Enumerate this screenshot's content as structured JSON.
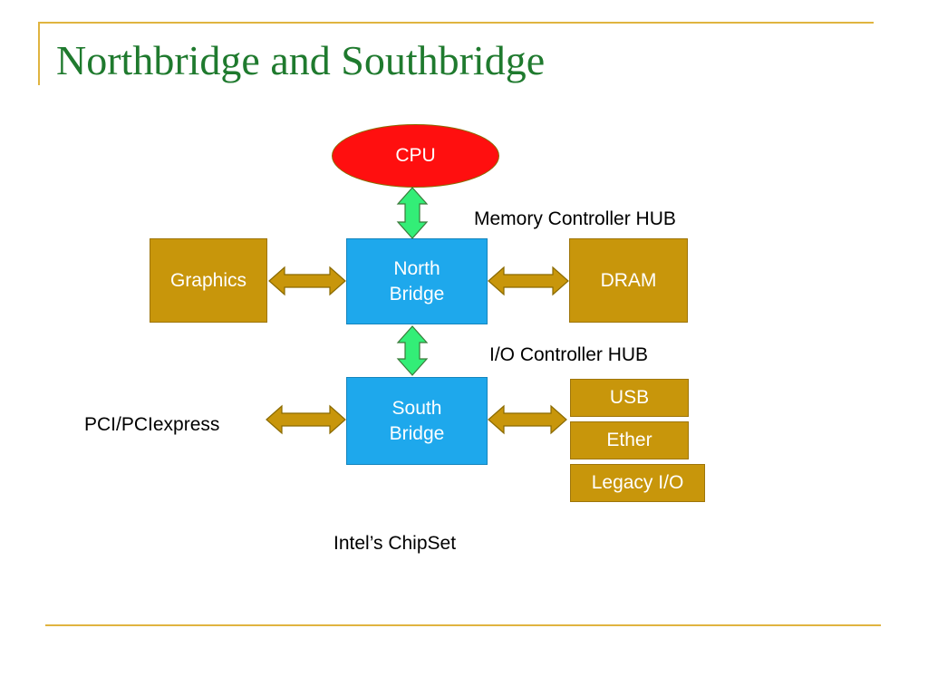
{
  "slide": {
    "title": "Northbridge and Southbridge"
  },
  "diagram": {
    "cpu": "CPU",
    "graphics": "Graphics",
    "north_bridge": "North\nBridge",
    "dram": "DRAM",
    "south_bridge": "South\nBridge",
    "usb": "USB",
    "ether": "Ether",
    "legacy_io": "Legacy I/O",
    "memory_controller_label": "Memory Controller HUB",
    "io_controller_label": "I/O Controller HUB",
    "pci_label": "PCI/PCIexpress",
    "chipset_label": "Intel’s ChipSet"
  },
  "colors": {
    "title": "#1F7A2E",
    "frame": "#E0B440",
    "cpu": "#FF0F0F",
    "bridge": "#1EA8EC",
    "peripheral": "#C8960B",
    "vertical_arrow": "#33EE77",
    "horizontal_arrow": "#C8960B"
  }
}
